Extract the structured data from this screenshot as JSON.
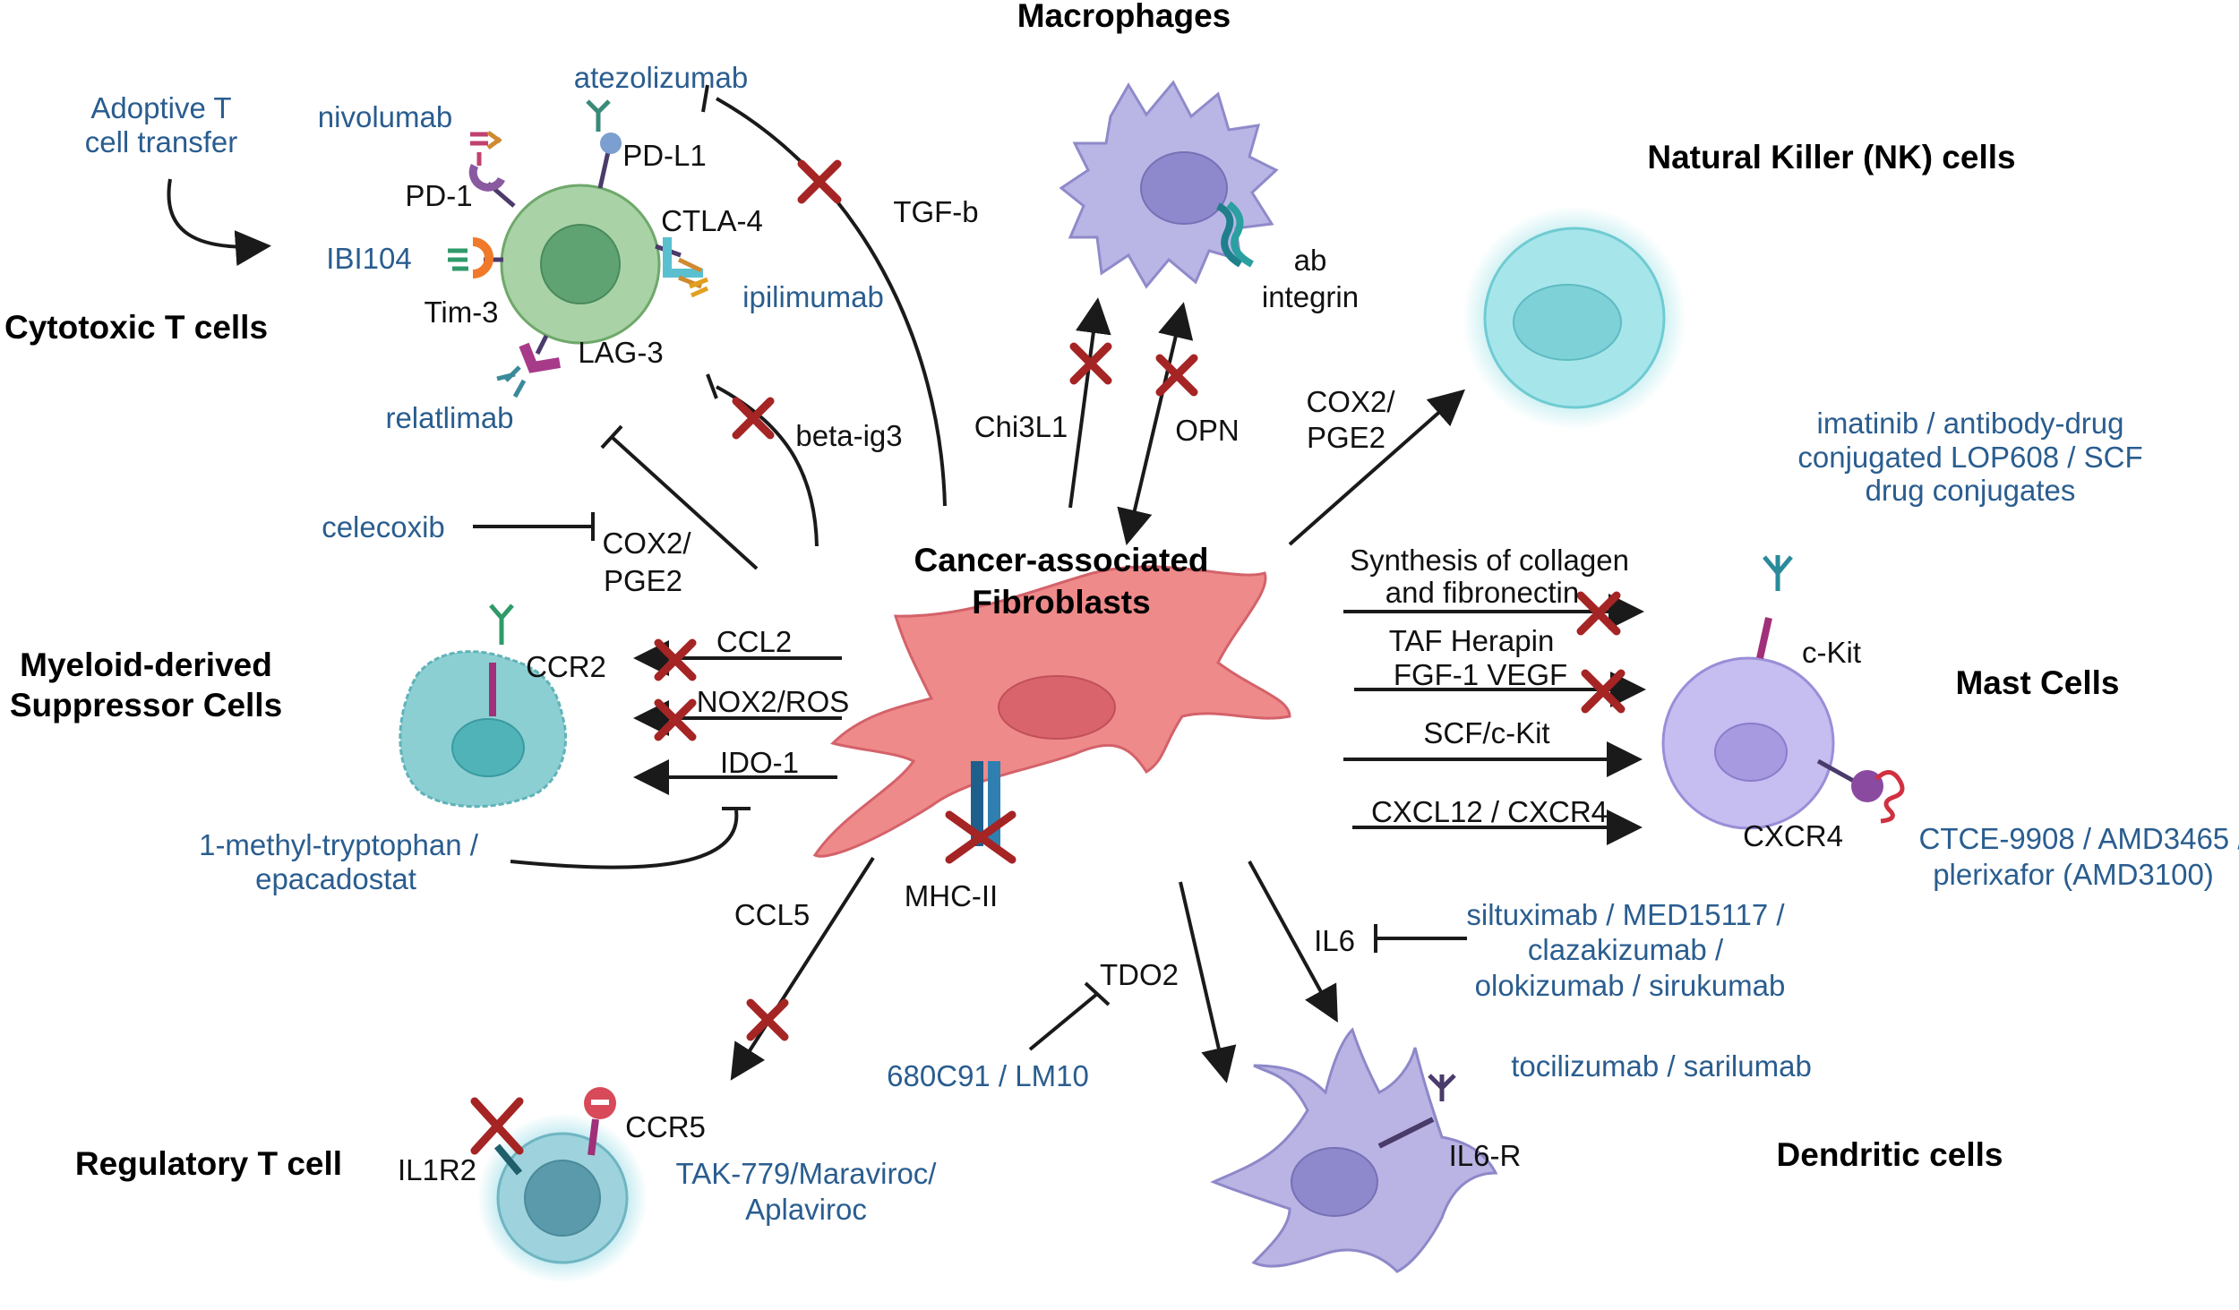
{
  "headings": {
    "macrophages": "Macrophages",
    "nk_cells": "Natural Killer (NK) cells",
    "cytotoxic_t": "Cytotoxic T cells",
    "mdsc_line1": "Myeloid-derived",
    "mdsc_line2": "Suppressor Cells",
    "mast_cells": "Mast Cells",
    "treg": "Regulatory T cell",
    "dendritic": "Dendritic cells",
    "caf_line1": "Cancer-associated",
    "caf_line2": "Fibroblasts"
  },
  "labels": {
    "pd1": "PD-1",
    "pdl1": "PD-L1",
    "ctla4": "CTLA-4",
    "tim3": "Tim-3",
    "lag3": "LAG-3",
    "tgfb": "TGF-b",
    "beta_ig3": "beta-ig3",
    "cox2_left_1": "COX2/",
    "cox2_left_2": "PGE2",
    "chi3l1": "Chi3L1",
    "opn": "OPN",
    "ab_integrin_1": "ab",
    "ab_integrin_2": "integrin",
    "cox2_right_1": "COX2/",
    "cox2_right_2": "PGE2",
    "ccr2": "CCR2",
    "ccl2": "CCL2",
    "nox2": "NOX2/ROS",
    "ido1": "IDO-1",
    "collagen_1": "Synthesis of collagen",
    "collagen_2": "and fibronectin",
    "taf_1": "TAF Herapin",
    "taf_2": "FGF-1 VEGF",
    "scf": "SCF/c-Kit",
    "cxcl12": "CXCL12 / CXCR4",
    "ckit": "c-Kit",
    "cxcr4": "CXCR4",
    "mhc2": "MHC-II",
    "ccl5": "CCL5",
    "tdo2": "TDO2",
    "il6": "IL6",
    "il6r": "IL6-R",
    "il1r2": "IL1R2",
    "ccr5": "CCR5"
  },
  "drugs": {
    "adoptive_1": "Adoptive T",
    "adoptive_2": "cell transfer",
    "nivolumab": "nivolumab",
    "atezolizumab": "atezolizumab",
    "ibi104": "IBI104",
    "ipilimumab": "ipilimumab",
    "relatlimab": "relatlimab",
    "celecoxib": "celecoxib",
    "mt_1": "1-methyl-tryptophan /",
    "mt_2": "epacadostat",
    "imatinib_1": "imatinib / antibody-drug",
    "imatinib_2": "conjugated LOP608 / SCF",
    "imatinib_3": "drug conjugates",
    "ctce_1": "CTCE-9908 / AMD3465 /",
    "ctce_2": "plerixafor (AMD3100)",
    "siltux_1": "siltuximab / MED15117 /",
    "siltux_2": "clazakizumab /",
    "siltux_3": "olokizumab / sirukumab",
    "tocilizumab": "tocilizumab / sarilumab",
    "c680": "680C91 / LM10",
    "tak_1": "TAK-779/Maraviroc/",
    "tak_2": "Aplaviroc"
  },
  "colors": {
    "drug_text": "#2a5d8f",
    "inhibit_cross": "#a52424",
    "fibroblast": "#ef8a8a",
    "t_cell": "#a9d3a6",
    "macrophage": "#b9b6e6",
    "nk_cell": "#8fdde3",
    "mdsc": "#8ccfd3",
    "mast_cell": "#c6bdf0",
    "treg": "#7fbfcc",
    "dendritic": "#b9b4e3"
  }
}
